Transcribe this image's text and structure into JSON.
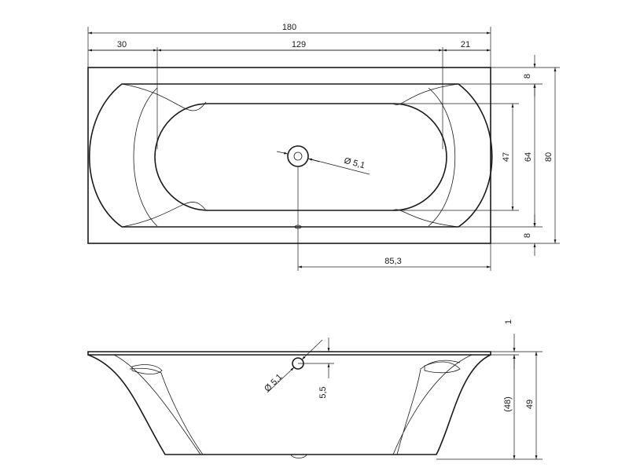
{
  "top_view": {
    "overall_length": "180",
    "head_offset": "30",
    "inner_length": "129",
    "foot_offset": "21",
    "rim_top": "8",
    "inner_width": "47",
    "bowl_width": "64",
    "overall_width": "80",
    "rim_bottom": "8",
    "drain_offset": "85,3",
    "drain_diameter": "Ø 5,1"
  },
  "side_view": {
    "rim_thickness": "1",
    "overflow_diameter": "Ø 5,1",
    "overflow_offset": "5,5",
    "inner_depth": "(48)",
    "overall_height": "49"
  }
}
